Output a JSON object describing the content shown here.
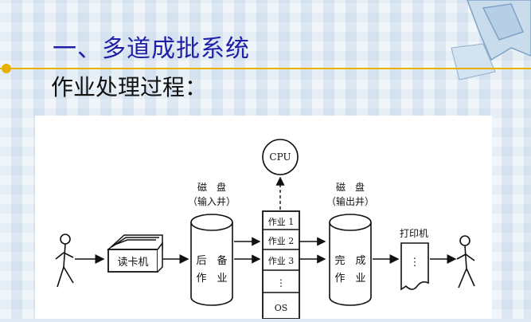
{
  "slide": {
    "title": "一、多道成批系统",
    "subtitle": "作业处理过程："
  },
  "diagram": {
    "cpu": "CPU",
    "disk_in_title": "磁　盘",
    "disk_in_sub": "（输入井）",
    "disk_in_body_1": "后　备",
    "disk_in_body_2": "作　业",
    "card_reader": "读卡机",
    "memory_jobs": [
      "作业 1",
      "作业 2",
      "作业 3",
      "⋮",
      "OS"
    ],
    "disk_out_title": "磁　盘",
    "disk_out_sub": "（输出井）",
    "disk_out_body_1": "完　成",
    "disk_out_body_2": "作　业",
    "printer": "打印机",
    "printer_dots": "⋮"
  },
  "colors": {
    "title": "#1f1fa8",
    "rule": "#e8b000"
  }
}
